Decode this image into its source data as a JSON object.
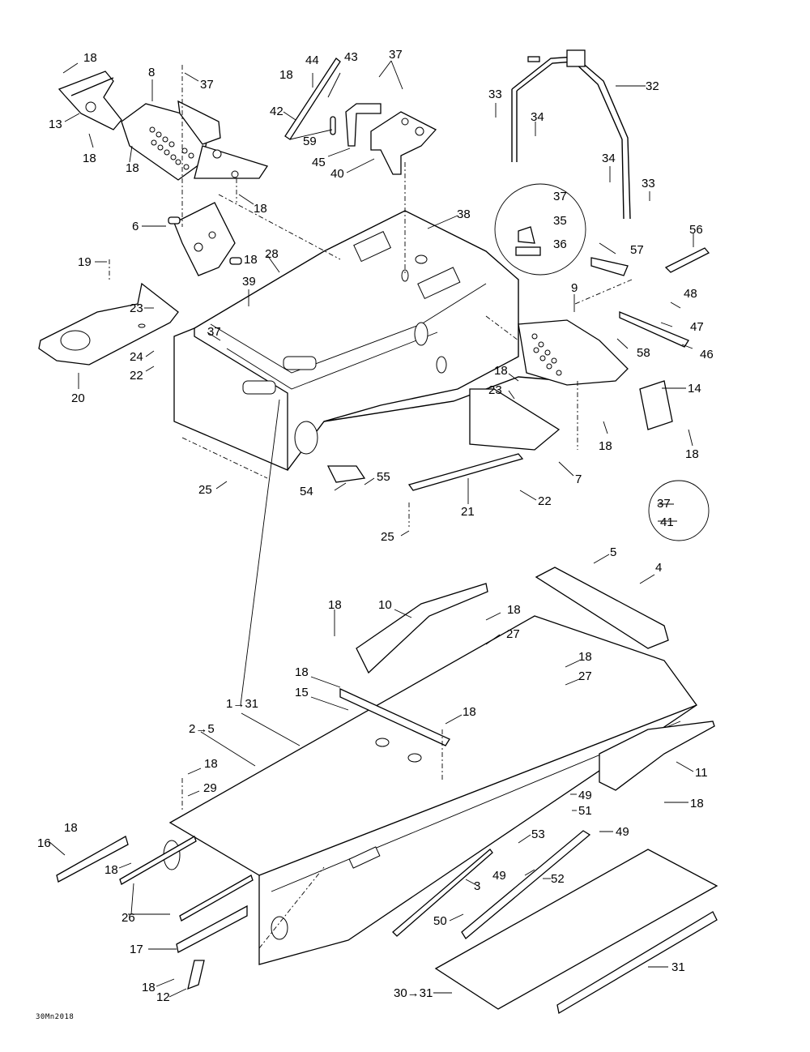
{
  "diagram": {
    "type": "exploded-parts-diagram",
    "subject": "Snowmobile frame and tunnel assembly",
    "drawing_code": "30Mn2018",
    "callouts": [
      {
        "id": "c01",
        "label": "18"
      },
      {
        "id": "c02",
        "label": "13"
      },
      {
        "id": "c03",
        "label": "8"
      },
      {
        "id": "c04",
        "label": "37"
      },
      {
        "id": "c05",
        "label": "18"
      },
      {
        "id": "c06",
        "label": "18"
      },
      {
        "id": "c07",
        "label": "18"
      },
      {
        "id": "c08",
        "label": "18"
      },
      {
        "id": "c09",
        "label": "44"
      },
      {
        "id": "c10",
        "label": "43"
      },
      {
        "id": "c11",
        "label": "42"
      },
      {
        "id": "c12",
        "label": "59"
      },
      {
        "id": "c13",
        "label": "45"
      },
      {
        "id": "c14",
        "label": "40"
      },
      {
        "id": "c15",
        "label": "37"
      },
      {
        "id": "c16",
        "label": "33"
      },
      {
        "id": "c17",
        "label": "34"
      },
      {
        "id": "c18",
        "label": "32"
      },
      {
        "id": "c19",
        "label": "34"
      },
      {
        "id": "c20",
        "label": "33"
      },
      {
        "id": "c21",
        "label": "37"
      },
      {
        "id": "c22",
        "label": "35"
      },
      {
        "id": "c23",
        "label": "36"
      },
      {
        "id": "c24",
        "label": "56"
      },
      {
        "id": "c25",
        "label": "57"
      },
      {
        "id": "c26",
        "label": "6"
      },
      {
        "id": "c27",
        "label": "38"
      },
      {
        "id": "c28",
        "label": "19"
      },
      {
        "id": "c29",
        "label": "18"
      },
      {
        "id": "c30",
        "label": "28"
      },
      {
        "id": "c31",
        "label": "39"
      },
      {
        "id": "c32",
        "label": "23"
      },
      {
        "id": "c33",
        "label": "37"
      },
      {
        "id": "c34",
        "label": "24"
      },
      {
        "id": "c35",
        "label": "22"
      },
      {
        "id": "c36",
        "label": "20"
      },
      {
        "id": "c37",
        "label": "9"
      },
      {
        "id": "c38",
        "label": "48"
      },
      {
        "id": "c39",
        "label": "47"
      },
      {
        "id": "c40",
        "label": "58"
      },
      {
        "id": "c41",
        "label": "46"
      },
      {
        "id": "c42",
        "label": "18"
      },
      {
        "id": "c43",
        "label": "23"
      },
      {
        "id": "c44",
        "label": "14"
      },
      {
        "id": "c45",
        "label": "18"
      },
      {
        "id": "c46",
        "label": "18"
      },
      {
        "id": "c47",
        "label": "7"
      },
      {
        "id": "c48",
        "label": "25"
      },
      {
        "id": "c49",
        "label": "55"
      },
      {
        "id": "c50",
        "label": "54"
      },
      {
        "id": "c51",
        "label": "22"
      },
      {
        "id": "c52",
        "label": "21"
      },
      {
        "id": "c53",
        "label": "37"
      },
      {
        "id": "c54",
        "label": "41"
      },
      {
        "id": "c55",
        "label": "25"
      },
      {
        "id": "c56",
        "label": "5"
      },
      {
        "id": "c57",
        "label": "4"
      },
      {
        "id": "c58",
        "label": "18"
      },
      {
        "id": "c59",
        "label": "10"
      },
      {
        "id": "c60",
        "label": "18"
      },
      {
        "id": "c61",
        "label": "27"
      },
      {
        "id": "c62",
        "label": "18"
      },
      {
        "id": "c63",
        "label": "18"
      },
      {
        "id": "c64",
        "label": "27"
      },
      {
        "id": "c65",
        "label": "15"
      },
      {
        "id": "c66",
        "label": "1→31"
      },
      {
        "id": "c67",
        "label": "18"
      },
      {
        "id": "c68",
        "label": "2→5"
      },
      {
        "id": "c69",
        "label": "18"
      },
      {
        "id": "c70",
        "label": "11"
      },
      {
        "id": "c71",
        "label": "29"
      },
      {
        "id": "c72",
        "label": "49"
      },
      {
        "id": "c73",
        "label": "51"
      },
      {
        "id": "c74",
        "label": "18"
      },
      {
        "id": "c75",
        "label": "18"
      },
      {
        "id": "c76",
        "label": "49"
      },
      {
        "id": "c77",
        "label": "16"
      },
      {
        "id": "c78",
        "label": "53"
      },
      {
        "id": "c79",
        "label": "18"
      },
      {
        "id": "c80",
        "label": "49"
      },
      {
        "id": "c81",
        "label": "52"
      },
      {
        "id": "c82",
        "label": "3"
      },
      {
        "id": "c83",
        "label": "26"
      },
      {
        "id": "c84",
        "label": "50"
      },
      {
        "id": "c85",
        "label": "17"
      },
      {
        "id": "c86",
        "label": "31"
      },
      {
        "id": "c87",
        "label": "18"
      },
      {
        "id": "c88",
        "label": "12"
      },
      {
        "id": "c89",
        "label": "30→31"
      }
    ]
  }
}
